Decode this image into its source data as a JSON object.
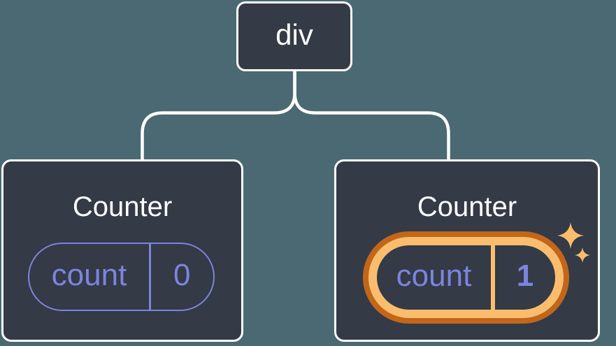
{
  "diagram": {
    "root": {
      "label": "div"
    },
    "children": [
      {
        "title": "Counter",
        "state_key": "count",
        "state_value": "0",
        "highlighted": false
      },
      {
        "title": "Counter",
        "state_key": "count",
        "state_value": "1",
        "highlighted": true
      }
    ]
  },
  "icons": {
    "sparkle_large": "sparkle-icon",
    "sparkle_small": "sparkle-icon"
  },
  "colors": {
    "background": "#4B6972",
    "card_background": "#343A46",
    "border_white": "#FFFFFF",
    "state_purple": "#7C84DE",
    "highlight_orange_dark": "#C2661A",
    "highlight_orange_light": "#FABD6E",
    "sparkle_orange": "#FABD6E"
  }
}
